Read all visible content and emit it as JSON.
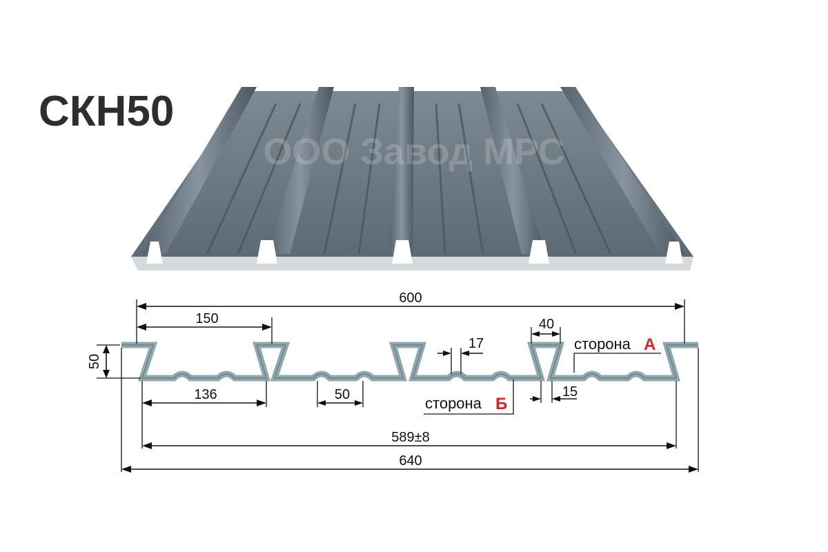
{
  "title": "СКН50",
  "watermark": "ООО Завод МРС",
  "colors": {
    "sheet": "#6c7a84",
    "sheet_dark": "#4c5862",
    "sheet_light": "#96a3ac",
    "profile_fill": "#8fa7ad",
    "profile_stroke": "#5f7a80",
    "accent": "#e02020"
  },
  "dimensions": {
    "total_top": "600",
    "rib_pitch": "150",
    "rib_top_width": "40",
    "stiffener_offset": "17",
    "height": "50",
    "valley_width": "136",
    "stiffener_width": "50",
    "rib_bottom_gap": "15",
    "effective_width": "589±8",
    "total_width": "640"
  },
  "sides": {
    "a_label": "сторона",
    "a_letter": "А",
    "b_label": "сторона",
    "b_letter": "Б"
  }
}
